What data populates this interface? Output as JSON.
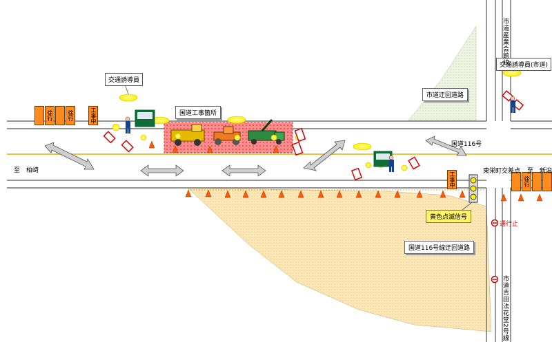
{
  "labels": {
    "traffic_guide_left": "交通誘導員",
    "traffic_guide_right": "交通誘導員(市道)",
    "work_site": "国道工事箇所",
    "city_detour": "市道迂回道路",
    "national_detour": "国道116号線迂回道路",
    "route_116": "国道116号",
    "to_kashiwazaki": "至　柏崎",
    "higashi_sakae": "東栄町交差点",
    "to_niigata": "至　新潟",
    "yellow_signal": "黄色点滅信号",
    "no_entry": "通行止",
    "city_road_top": "市道産業会館線",
    "city_road_bottom": "市道吉田法花堂2号線"
  },
  "signs": {
    "slow": "徐行",
    "under_construction": "工事中"
  },
  "colors": {
    "road_line": "#555555",
    "center_line": "#f0c040",
    "detour_fill": "#fbe7b6",
    "work_zone": "#ff6b6b",
    "cone": "#ff5a00",
    "sign_orange": "#ff8a1e",
    "yellow_label": "#fff36b"
  }
}
